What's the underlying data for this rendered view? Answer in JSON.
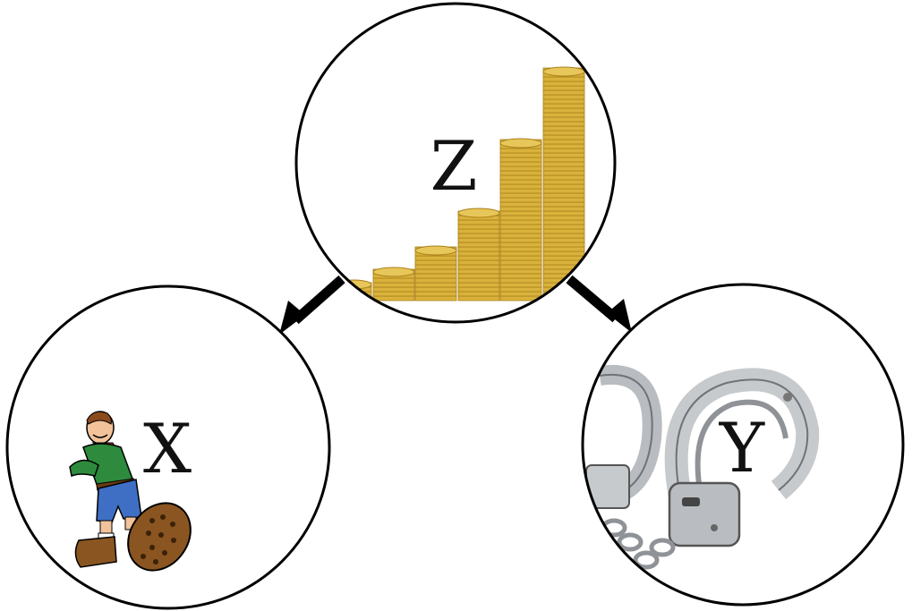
{
  "nodes": {
    "z": {
      "label": "Z",
      "picture": "gold-coin-stacks"
    },
    "x": {
      "label": "X",
      "picture": "hiker-cartoon"
    },
    "y": {
      "label": "Y",
      "picture": "handcuffs"
    }
  },
  "edges": [
    {
      "from": "Z",
      "to": "X"
    },
    {
      "from": "Z",
      "to": "Y"
    }
  ],
  "colors": {
    "stroke": "#000000",
    "gold": "#d9b23c",
    "gold_dark": "#a9801a",
    "steel": "#b9bcc0",
    "steel_dark": "#6f7378",
    "hiker_shirt": "#2e8b3d",
    "hiker_shorts": "#3f6fc4",
    "hiker_boots": "#8a5520"
  }
}
